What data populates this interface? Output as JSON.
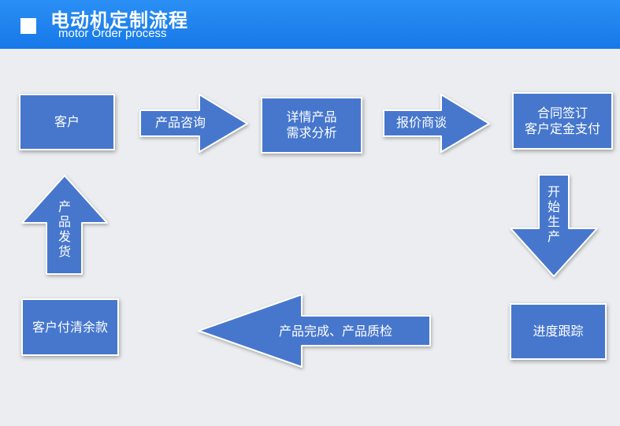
{
  "header": {
    "title": "电动机定制流程",
    "subtitle": "motor Order process"
  },
  "steps": {
    "customer": "客户",
    "inquiry_arrow": "产品咨询",
    "requirements": [
      "详情产品",
      "需求分析"
    ],
    "quote_arrow": "报价商谈",
    "contract": [
      "合同签订",
      "客户定金支付"
    ],
    "production_arrow": "开始生产",
    "tracking": "进度跟踪",
    "quality_arrow": "产品完成、产品质检",
    "final_payment": "客户付清余款",
    "delivery_arrow": "产品发货"
  },
  "colors": {
    "header": "#1778e8",
    "node": "#4677cd",
    "border": "#ffffff",
    "background": "#ecedf0"
  }
}
